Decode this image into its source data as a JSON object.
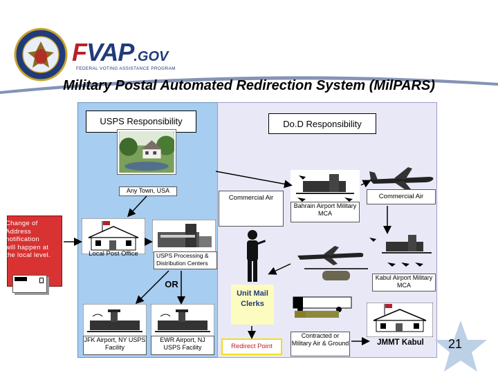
{
  "header": {
    "seal_text": "DEPARTMENT OF DEFENSE · UNITED STATES OF AMERICA",
    "logo_f": "F",
    "logo_vap": "VAP",
    "logo_gov": ".GOV",
    "logo_subtitle": "FEDERAL VOTING ASSISTANCE PROGRAM",
    "title": "Military Postal Automated Redirection System (MilPARS)"
  },
  "zones": {
    "usps_label": "USPS Responsibility",
    "dod_label": "Do.D Responsibility"
  },
  "nodes": {
    "any_town": "Any Town, USA",
    "change_address": "Change of Address notification will happen at the local level.",
    "local_post_office": "Local Post Office",
    "processing_centers": "USPS Processing & Distribution Centers",
    "or_label": "OR",
    "jfk": "JFK Airport, NY USPS Facility",
    "ewr": "EWR Airport, NJ USPS Facility",
    "commercial_air_left": "Commercial Air",
    "bahrain": "Bahrain Airport Military MCA",
    "commercial_air_right": "Commercial Air",
    "unit_mail_clerks": "Unit Mail Clerks",
    "kabul": "Kabul Airport Military MCA",
    "redirect_point": "Redirect Point",
    "contracted": "Contracted or Military Air & Ground",
    "jmmt_kabul": "JMMT Kabul"
  },
  "page_number": "21",
  "colors": {
    "usps_zone": "#a7cdf0",
    "dod_zone": "#e9e8f7",
    "change_box": "#d83232",
    "unit_box": "#fdfcc0",
    "redirect_border": "#f2de1a",
    "title_curve": "#1f3b7a",
    "star": "#bcd0e6"
  }
}
